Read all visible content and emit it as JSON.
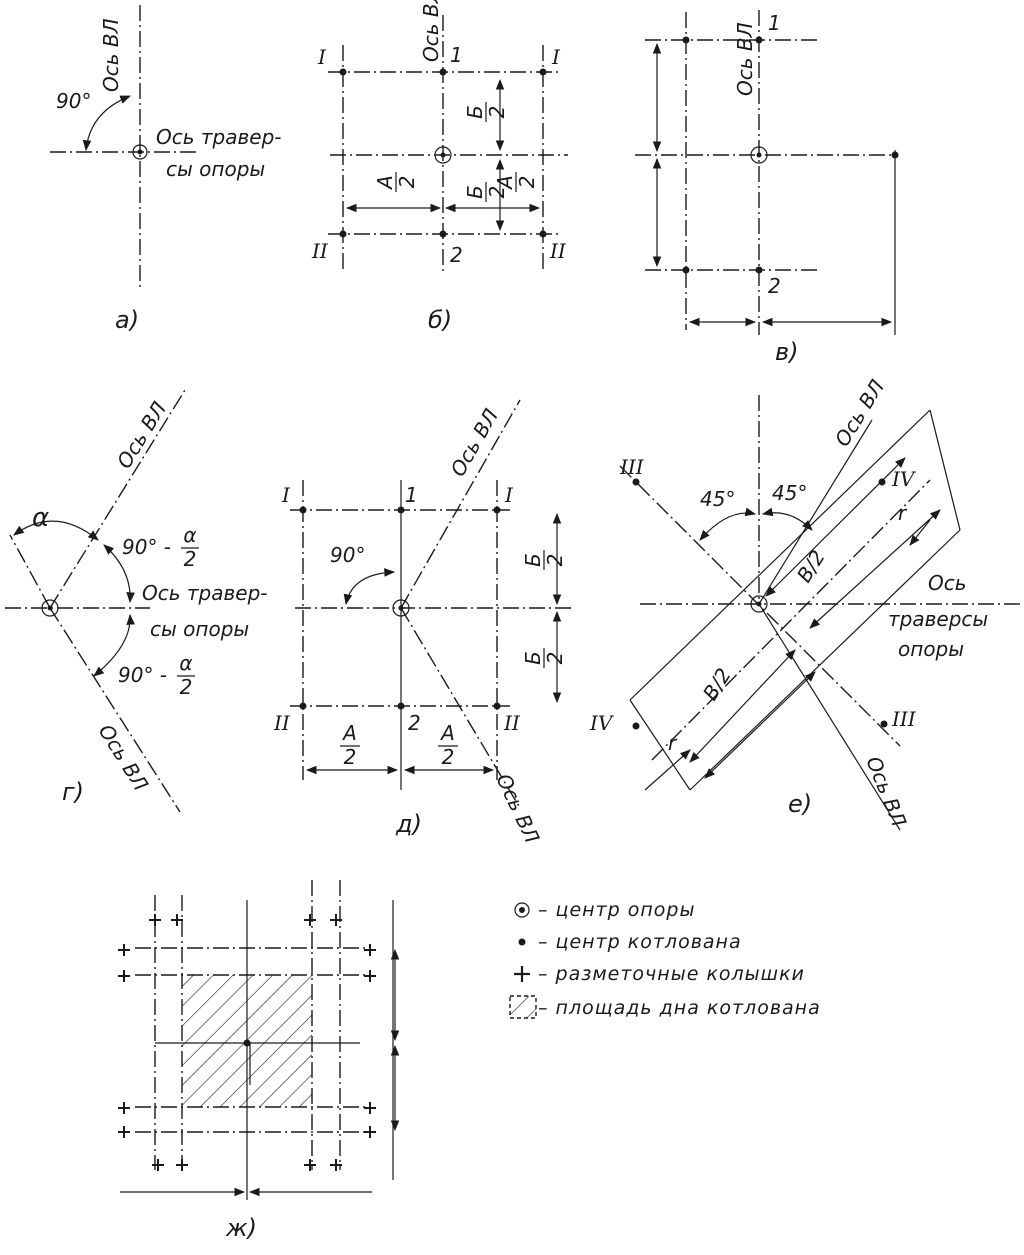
{
  "panels": {
    "a": {
      "caption": "а)",
      "axis_vl": "Ось ВЛ",
      "angle": "90°",
      "axis_traverse_line1": "Ось травер-",
      "axis_traverse_line2": "сы опоры"
    },
    "b": {
      "caption": "б)",
      "axis_vl": "Ось ВЛ",
      "roman_1": "I",
      "roman_2": "II",
      "num_1": "1",
      "num_2": "2",
      "dim_a_num": "A",
      "dim_b_num": "Б",
      "dim_den": "2"
    },
    "v": {
      "caption": "в)",
      "axis_vl": "Ось ВЛ",
      "num_1": "1",
      "num_2": "2"
    },
    "g": {
      "caption": "г)",
      "axis_vl": "Ось ВЛ",
      "alpha": "α",
      "angle_prefix": "90° -",
      "axis_traverse_line1": "Ось травер-",
      "axis_traverse_line2": "сы опоры"
    },
    "d": {
      "caption": "д)",
      "axis_vl": "Ось ВЛ",
      "angle": "90°",
      "roman_1": "I",
      "roman_2": "II",
      "num_1": "1",
      "num_2": "2",
      "dim_a_num": "A",
      "dim_b_num": "Б",
      "dim_den": "2"
    },
    "e": {
      "caption": "е)",
      "axis_vl": "Ось ВЛ",
      "angle_left": "45°",
      "angle_right": "45°",
      "roman_3": "III",
      "roman_4": "IV",
      "dim_b_half": "B/2",
      "dim_r": "r",
      "axis_traverse_line1": "Ось",
      "axis_traverse_line2": "траверсы",
      "axis_traverse_line3": "опоры"
    },
    "zh": {
      "caption": "ж)"
    }
  },
  "legend": {
    "items": [
      {
        "symbol": "support-center",
        "text": "– центр опоры"
      },
      {
        "symbol": "pit-center",
        "text": "– центр котлована"
      },
      {
        "symbol": "stake",
        "text": "– разметочные колышки"
      },
      {
        "symbol": "pit-bottom-area",
        "text": "– площадь дна котлована"
      }
    ]
  },
  "colors": {
    "ink": "#1a1a1a",
    "paper": "#ffffff"
  }
}
